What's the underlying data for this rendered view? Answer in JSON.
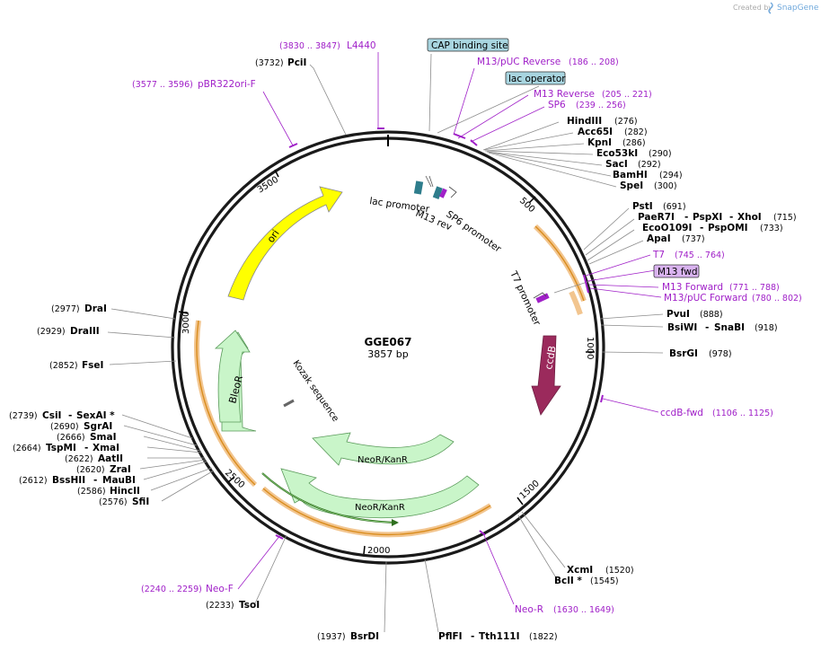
{
  "credit": {
    "text": "Created by",
    "brand": "SnapGene"
  },
  "plasmid": {
    "name": "GGE067",
    "length": "3857 bp"
  },
  "colors": {
    "ori": "#ffff00",
    "ccdB": "#9b2a5c",
    "resistance": "#c9f5c9",
    "highlight": "#f2c58f",
    "feature_purple": "#a020c8",
    "primer_boxed": "#d9b3f0",
    "promoter_teal": "#2e7d8c",
    "boxed_blue": "#a8d5e0"
  },
  "ticks": [
    "500",
    "1000",
    "1500",
    "2000",
    "2500",
    "3000",
    "3500"
  ],
  "sites": {
    "hindiii": {
      "name": "HindIII",
      "pos": "(276)"
    },
    "acc65i": {
      "name": "Acc65I",
      "pos": "(282)"
    },
    "kpni": {
      "name": "KpnI",
      "pos": "(286)"
    },
    "eco53ki": {
      "name": "Eco53kI",
      "pos": "(290)"
    },
    "saci": {
      "name": "SacI",
      "pos": "(292)"
    },
    "bamhi": {
      "name": "BamHI",
      "pos": "(294)"
    },
    "spei": {
      "name": "SpeI",
      "pos": "(300)"
    },
    "psti": {
      "name": "PstI",
      "pos": "(691)"
    },
    "paer7i": {
      "name": "PaeR7I",
      "sep1": "-",
      "name2": "PspXI",
      "sep2": "-",
      "name3": "XhoI",
      "pos": "(715)"
    },
    "eco0109i": {
      "name": "EcoO109I",
      "sep1": "-",
      "name2": "PspOMI",
      "pos": "(733)"
    },
    "apai": {
      "name": "ApaI",
      "pos": "(737)"
    },
    "pvui": {
      "name": "PvuI",
      "pos": "(888)"
    },
    "bsiwi": {
      "name": "BsiWI",
      "sep1": "-",
      "name2": "SnaBI",
      "pos": "(918)"
    },
    "bsrgi": {
      "name": "BsrGI",
      "pos": "(978)"
    },
    "xcmi": {
      "name": "XcmI",
      "pos": "(1520)"
    },
    "bcli": {
      "name": "BclI *",
      "pos": "(1545)"
    },
    "pflfi": {
      "name": "PflFI",
      "sep1": "-",
      "name2": "Tth111I",
      "pos": "(1822)"
    },
    "bsrdi": {
      "name": "BsrDI",
      "pos": "(1937)"
    },
    "tsoi": {
      "name": "TsoI",
      "pos": "(2233)"
    },
    "sfii": {
      "name": "SfiI",
      "pos": "(2576)"
    },
    "hincii": {
      "name": "HincII",
      "pos": "(2586)"
    },
    "bsshii": {
      "name": "BssHII",
      "sep1": "-",
      "name2": "MauBI",
      "pos": "(2612)"
    },
    "zrai": {
      "name": "ZraI",
      "pos": "(2620)"
    },
    "aatii": {
      "name": "AatII",
      "pos": "(2622)"
    },
    "tspmi": {
      "name": "TspMI",
      "sep1": "-",
      "name2": "XmaI",
      "pos": "(2664)"
    },
    "smai": {
      "name": "SmaI",
      "pos": "(2666)"
    },
    "sgrai": {
      "name": "SgrAI",
      "pos": "(2690)"
    },
    "csii": {
      "name": "CsiI",
      "sep1": "-",
      "name2": "SexAI *",
      "pos": "(2739)"
    },
    "fsei": {
      "name": "FseI",
      "pos": "(2852)"
    },
    "draiii": {
      "name": "DraIII",
      "pos": "(2929)"
    },
    "drai": {
      "name": "DraI",
      "pos": "(2977)"
    },
    "pcii": {
      "name": "PciI",
      "pos": "(3732)"
    }
  },
  "purple_labels": {
    "l4440": {
      "name": "L4440",
      "range": "(3830 .. 3847)"
    },
    "pbr322": {
      "name": "pBR322ori-F",
      "range": "(3577 .. 3596)"
    },
    "m13puc_rev": {
      "name": "M13/pUC Reverse",
      "range": "(186 .. 208)"
    },
    "m13_rev": {
      "name": "M13 Reverse",
      "range": "(205 .. 221)"
    },
    "sp6": {
      "name": "SP6",
      "range": "(239 .. 256)"
    },
    "t7": {
      "name": "T7",
      "range": "(745 .. 764)"
    },
    "m13_fwd_p": {
      "name": "M13 Forward",
      "range": "(771 .. 788)"
    },
    "m13puc_fwd": {
      "name": "M13/pUC Forward",
      "range": "(780 .. 802)"
    },
    "ccdb_fwd": {
      "name": "ccdB-fwd",
      "range": "(1106 .. 1125)"
    },
    "neo_r": {
      "name": "Neo-R",
      "range": "(1630 .. 1649)"
    },
    "neo_f": {
      "name": "Neo-F",
      "range": "(2240 .. 2259)"
    }
  },
  "boxed_labels": {
    "cap": "CAP binding site",
    "lac_operator": "lac operator",
    "m13_fwd": "M13 fwd"
  },
  "features": {
    "ori": "ori",
    "ccdb": "ccdB",
    "bleor": "BleoR",
    "neor1": "NeoR/KanR",
    "neor2": "NeoR/KanR",
    "lac_promoter": "lac promoter",
    "m13_rev": "M13 rev",
    "sp6_promoter": "SP6 promoter",
    "t7_promoter": "T7 promoter",
    "kozak": "Kozak sequence"
  }
}
